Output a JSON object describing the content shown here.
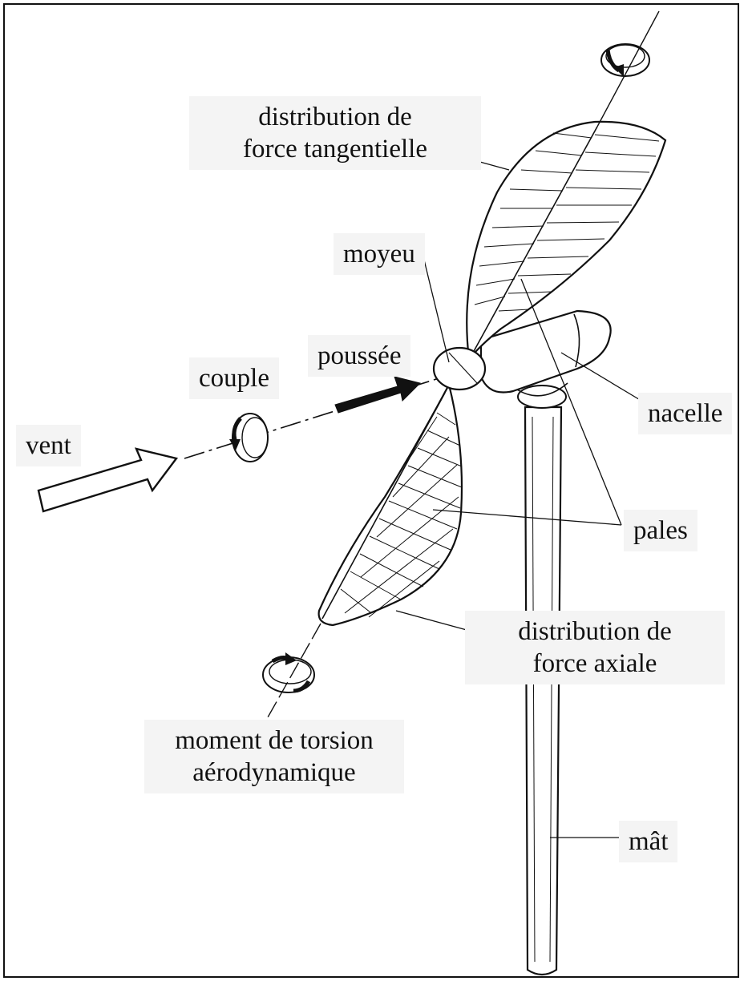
{
  "labels": {
    "tangential_line1": "distribution de",
    "tangential_line2": "force tangentielle",
    "hub": "moyeu",
    "thrust": "poussée",
    "torque": "couple",
    "wind": "vent",
    "nacelle": "nacelle",
    "blades": "pales",
    "axial_line1": "distribution de",
    "axial_line2": "force axiale",
    "twist_line1": "moment de torsion",
    "twist_line2": "aérodynamique",
    "tower": "mât"
  }
}
